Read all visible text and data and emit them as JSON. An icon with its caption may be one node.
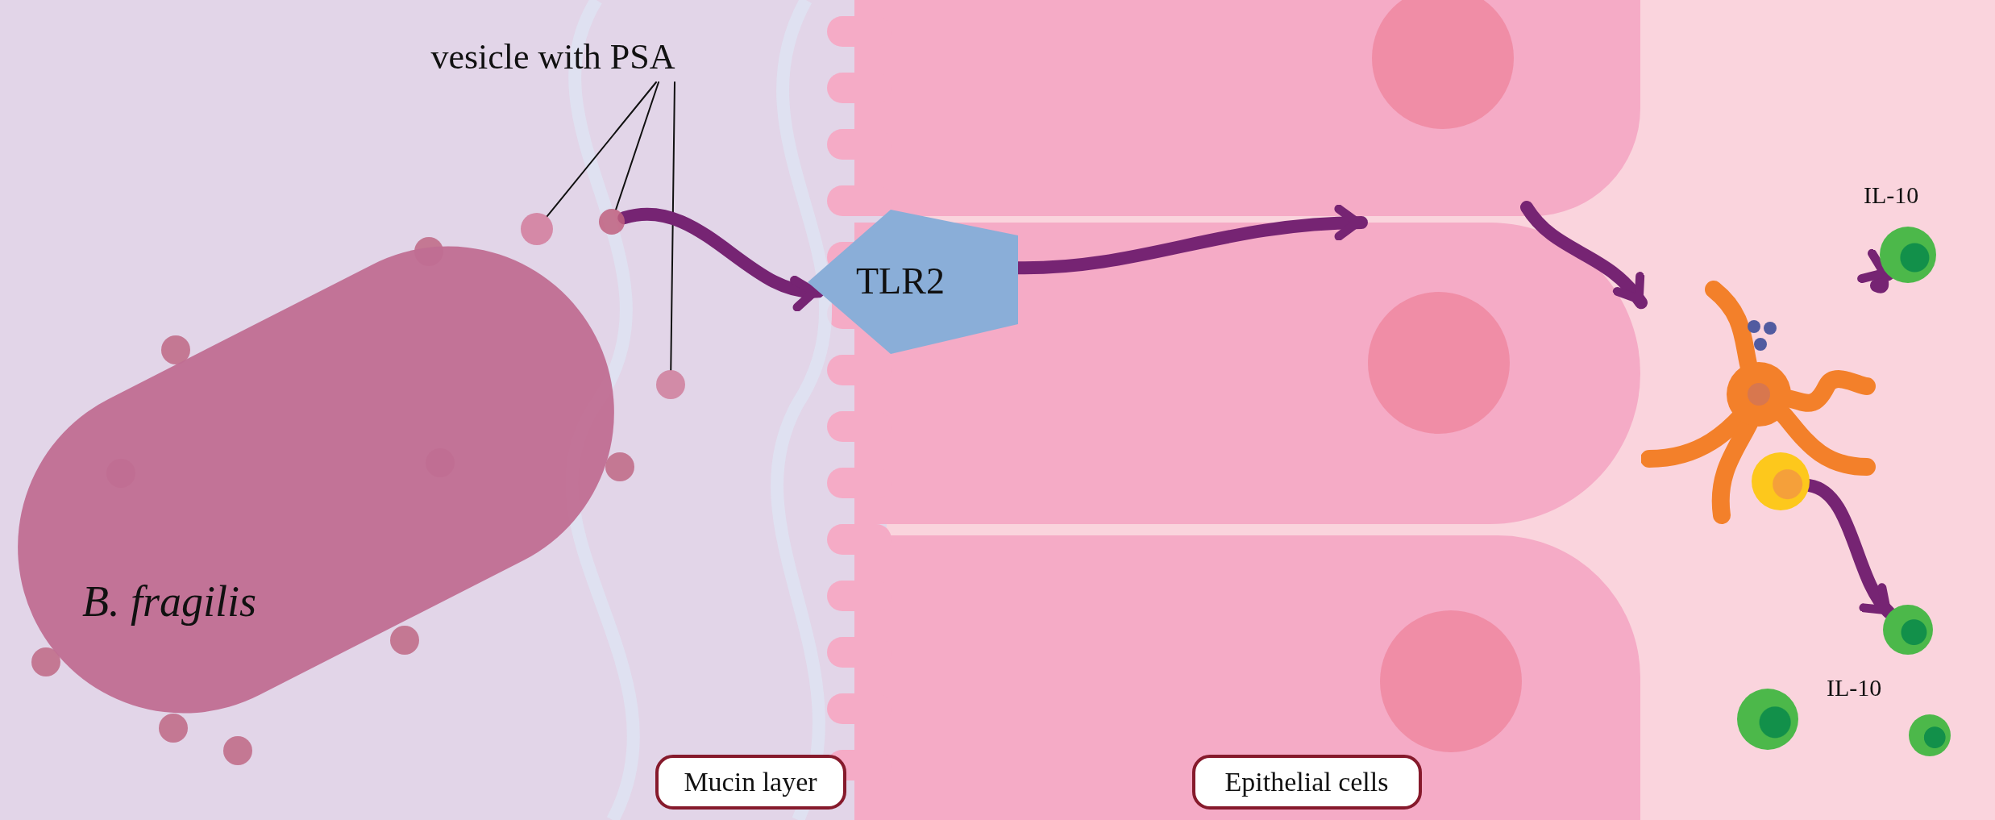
{
  "diagram": {
    "nodes": [
      {
        "text": [
          "vesicle with PSA"
        ]
      },
      {
        "text": [],
        "shape": "circle"
      },
      {
        "text": [],
        "shape": "circle"
      },
      {
        "text": [],
        "shape": "circle"
      },
      {
        "text": [
          "B. fragilis"
        ]
      },
      {
        "text": [
          "TLR2"
        ]
      },
      {
        "text": [
          "Mucin layer"
        ]
      },
      {
        "text": [
          "Epithelial cells"
        ]
      },
      {
        "text": [],
        "shape": "picture"
      },
      {
        "text": [],
        "shape": "circle",
        "in": 8
      },
      {
        "text": [],
        "shape": "circle"
      },
      {
        "text": [],
        "shape": "circle",
        "beside": [
          "IL-10"
        ]
      },
      {
        "text": [],
        "shape": "circle"
      },
      {
        "text": [],
        "shape": "circle"
      }
    ],
    "edges": [
      {
        "from": 0,
        "to": 1,
        "arrow": "none",
        "color": "#111111"
      },
      {
        "from": 0,
        "to": 2,
        "arrow": "none",
        "color": "#111111"
      },
      {
        "from": 0,
        "to": 3,
        "arrow": "none",
        "color": "#111111"
      },
      {
        "from": 2,
        "to": 5,
        "arrow": "to"
      },
      {
        "from": 5,
        "to": null,
        "arrow": "to"
      },
      {
        "from": null,
        "to": 8,
        "arrow": "to"
      },
      {
        "from": 8,
        "to": 11,
        "arrow": "to"
      },
      {
        "from": 9,
        "to": 12,
        "arrow": "to"
      }
    ],
    "labels": [
      "IL-10"
    ]
  }
}
